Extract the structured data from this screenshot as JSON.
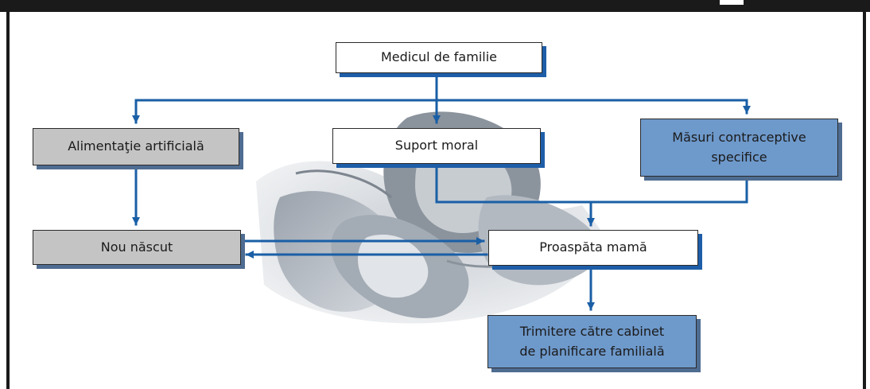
{
  "colors": {
    "frame": "#1a1a1a",
    "arrow": "#1a5fa6",
    "node_white": "#ffffff",
    "node_gray": "#c4c4c4",
    "node_blue": "#6e99cb"
  },
  "nodes": {
    "medic": "Medicul de familie",
    "alimentatie": "Alimentaţie artificială",
    "suport": "Suport moral",
    "masuri": "Măsuri contraceptive\nspecifice",
    "nou": "Nou născut",
    "mama": "Proaspăta mamă",
    "trimitere": "Trimitere către cabinet\nde planificare familială"
  },
  "image": {
    "subject": "mother-and-baby-photo"
  }
}
